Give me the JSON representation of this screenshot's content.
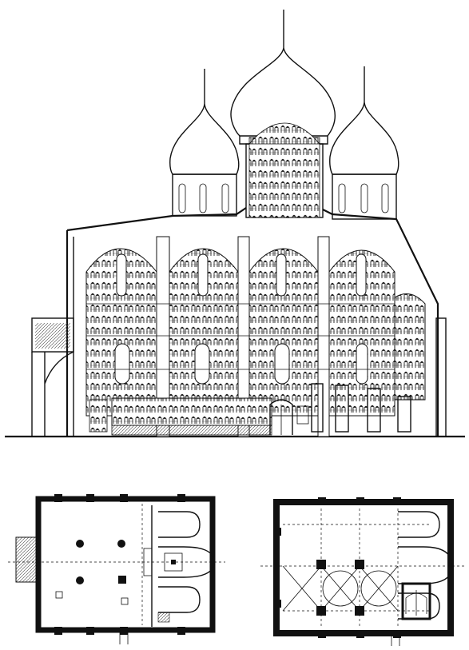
{
  "figure": {
    "section_view": "cathedral-cross-section",
    "plans": [
      "floor-plan-left",
      "floor-plan-right"
    ],
    "ink_color": "#111111",
    "paper_color": "#ffffff"
  }
}
